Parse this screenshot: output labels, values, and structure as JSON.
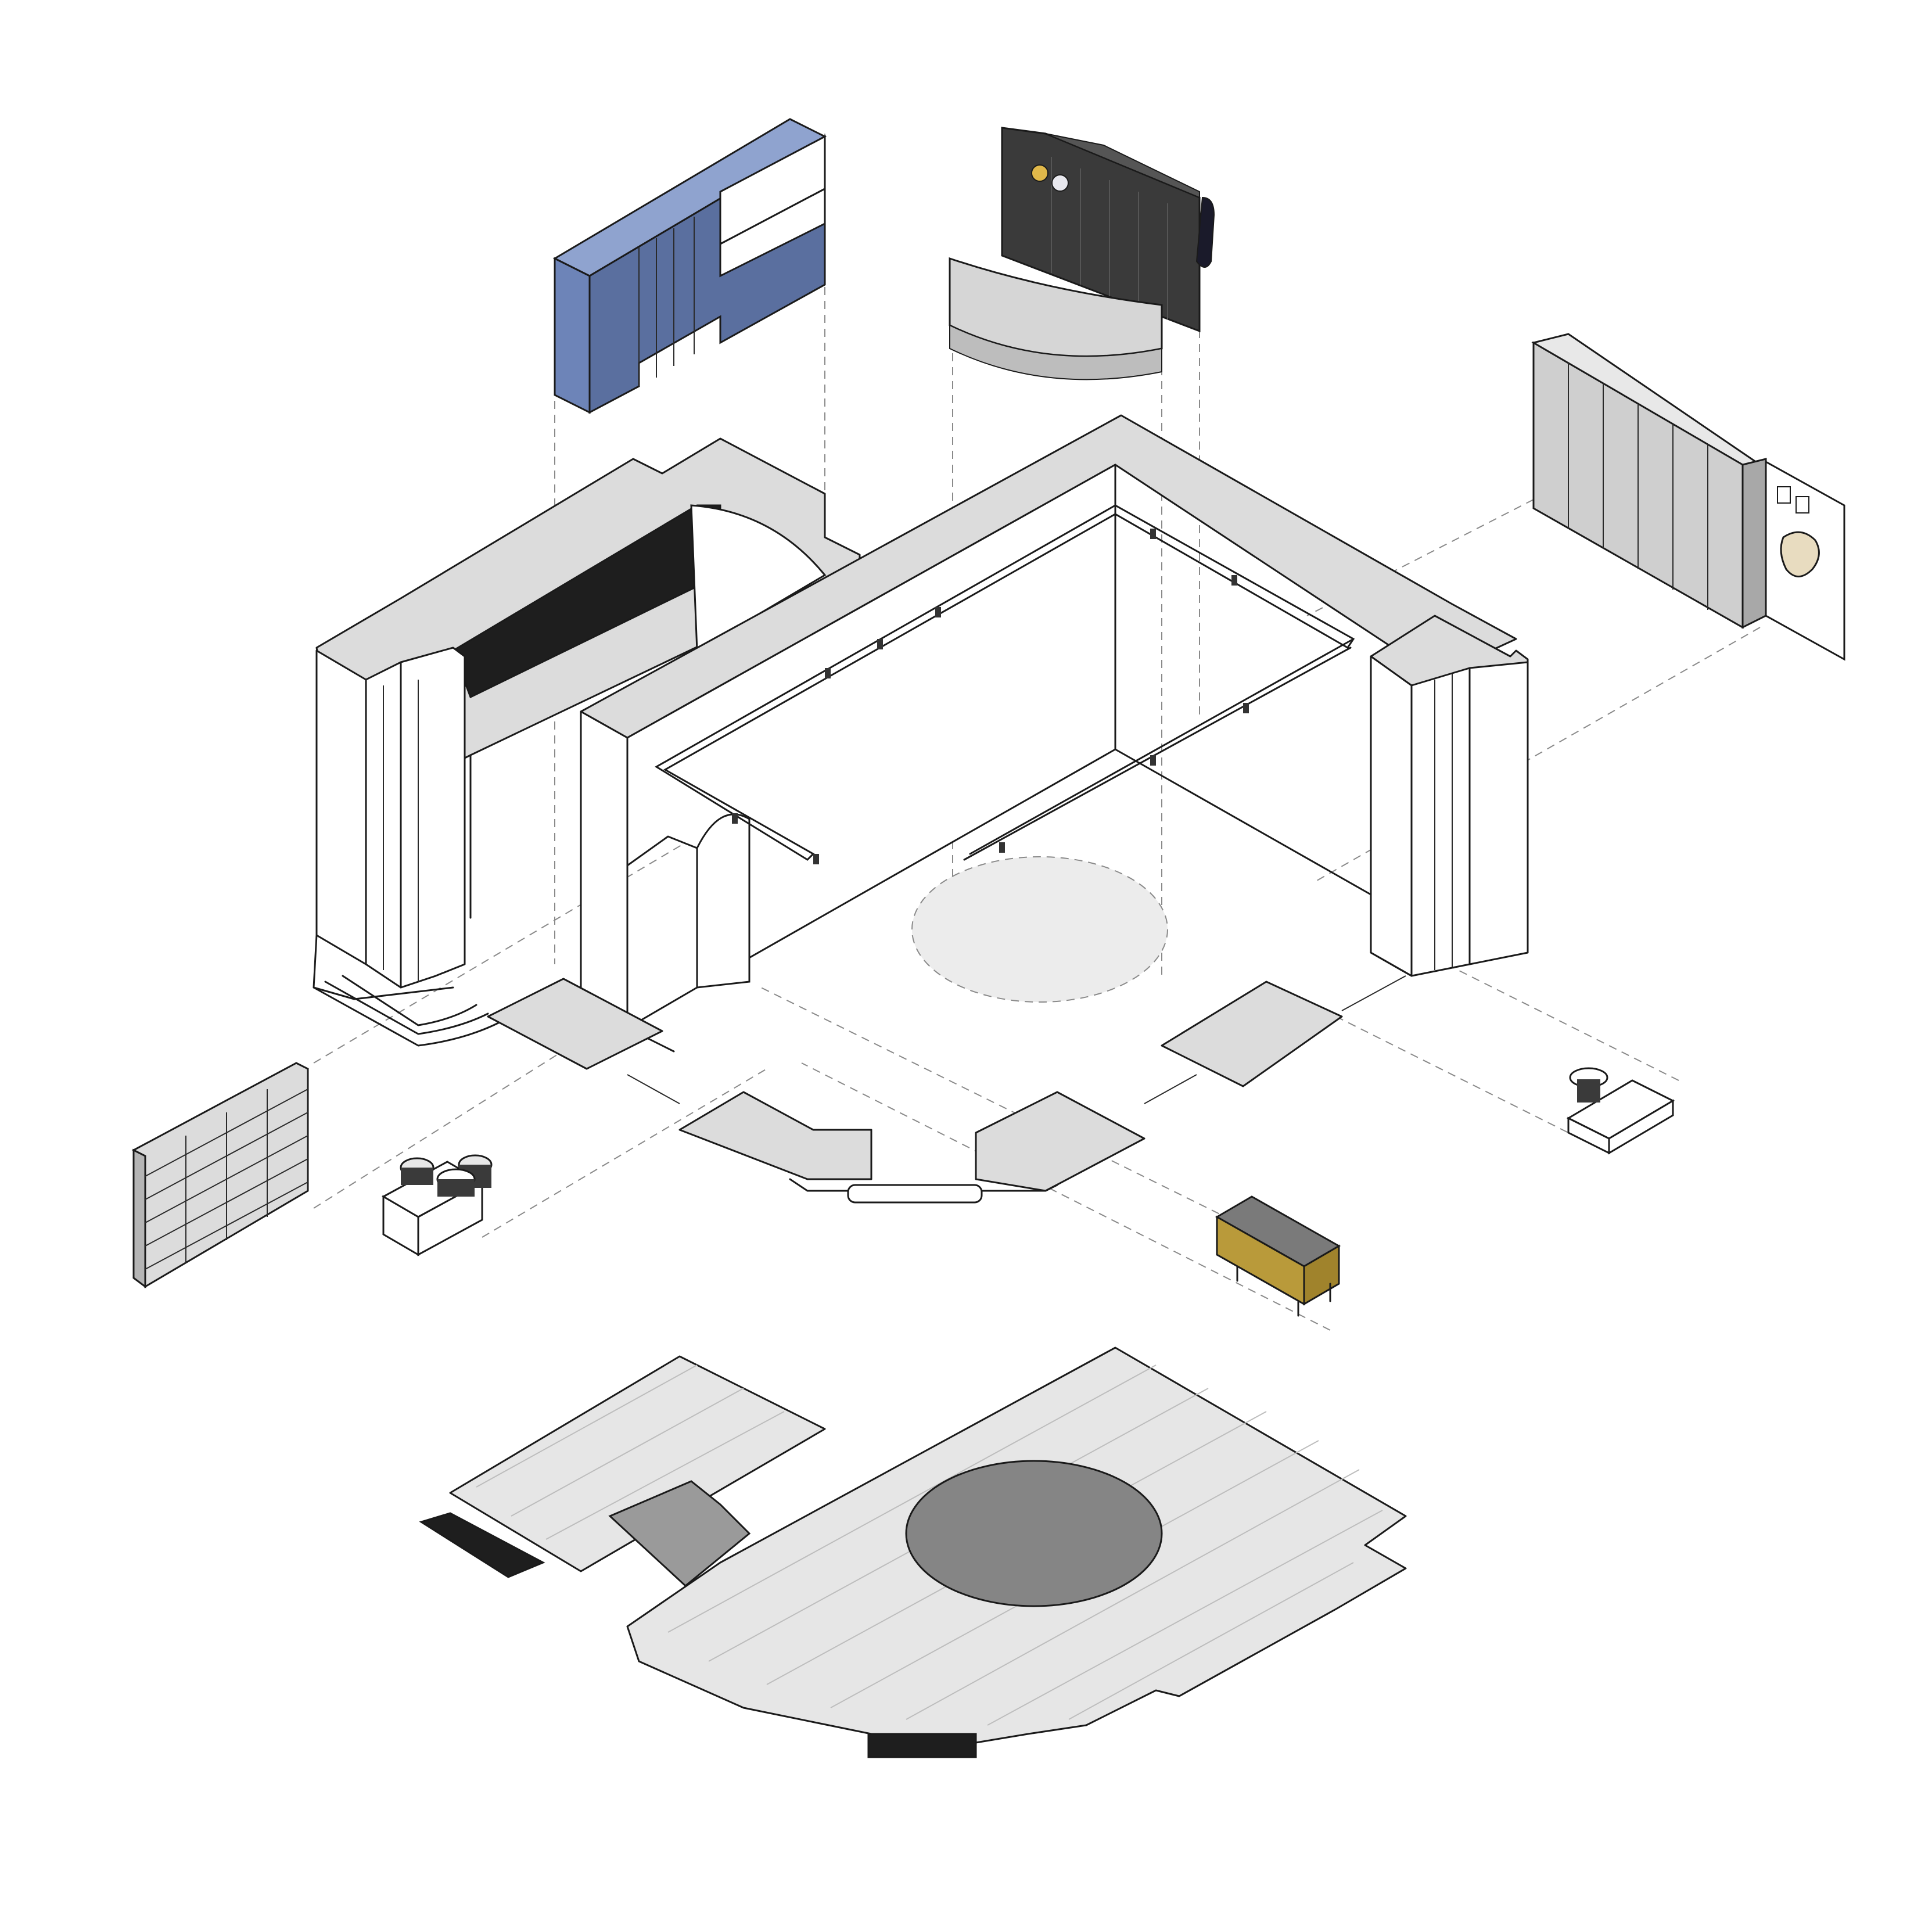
{
  "colors": {
    "background": "#ffffff",
    "line": "#1a1a1a",
    "wall_top": "#dcdcdc",
    "blue_cabinet": "#6d84b8",
    "blue_cabinet_dark": "#4a5f8f",
    "dark_cabinet": "#3a3a3a",
    "light_cabinet": "#cfcfcf",
    "floor": "#e6e6e6",
    "rug": "#858585",
    "gold": "#b99a3a",
    "accent_yellow": "#e0b84a"
  },
  "components": [
    {
      "id": "blue-wardrobe",
      "icon": "wardrobe-icon"
    },
    {
      "id": "dark-cabinet-with-curved-desk",
      "icon": "desk-icon"
    },
    {
      "id": "grey-panel-wall-with-art",
      "icon": "wall-panel-icon"
    },
    {
      "id": "walls-shell",
      "icon": "wall-icon"
    },
    {
      "id": "ceiling-light-track",
      "icon": "track-light-icon"
    },
    {
      "id": "bookshelf",
      "icon": "bookshelf-icon"
    },
    {
      "id": "bench-with-stools",
      "icon": "bench-icon"
    },
    {
      "id": "gold-sideboard",
      "icon": "sideboard-icon"
    },
    {
      "id": "bench-with-side-table",
      "icon": "bench-icon"
    },
    {
      "id": "floor-plan-with-rug",
      "icon": "floor-icon"
    }
  ]
}
